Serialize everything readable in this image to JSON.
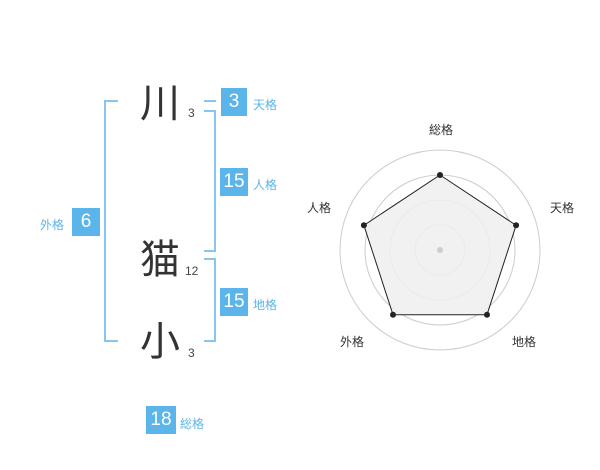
{
  "name": {
    "chars": [
      {
        "char": "川",
        "strokes": "3"
      },
      {
        "char": "猫",
        "strokes": "12"
      },
      {
        "char": "小",
        "strokes": "3"
      }
    ]
  },
  "scores": {
    "tenkaku": {
      "label": "天格",
      "value": "3"
    },
    "jinkaku": {
      "label": "人格",
      "value": "15"
    },
    "chikaku": {
      "label": "地格",
      "value": "15"
    },
    "gaikaku": {
      "label": "外格",
      "value": "6"
    },
    "soukaku": {
      "label": "総格",
      "value": "18"
    }
  },
  "chart_data": {
    "type": "radar",
    "axes": [
      "総格",
      "天格",
      "地格",
      "外格",
      "人格"
    ],
    "values": [
      0.75,
      0.8,
      0.8,
      0.8,
      0.8
    ],
    "rings": 4,
    "colors": {
      "fill": "#eeeeee",
      "line": "#222222",
      "ring": "#cccccc",
      "point": "#222222"
    }
  },
  "colors": {
    "accent": "#5bb4ea",
    "bracket": "#86c6f0"
  }
}
